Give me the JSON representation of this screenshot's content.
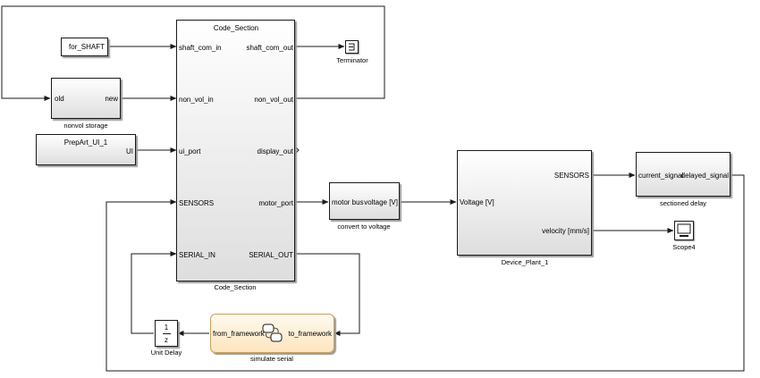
{
  "code_section": {
    "title": "Code_Section",
    "caption": "Code_Section",
    "inputs": [
      "shaft_com_in",
      "non_vol_in",
      "ui_port",
      "SENSORS",
      "SERIAL_IN"
    ],
    "outputs": [
      "shaft_com_out",
      "non_vol_out",
      "display_out",
      "motor_port",
      "SERIAL_OUT"
    ]
  },
  "for_shaft": {
    "label": "for_SHAFT"
  },
  "nonvol_storage": {
    "in_label": "old",
    "out_label": "new",
    "caption": "nonvol storage"
  },
  "prepart_ui": {
    "title": "PrepArt_UI_1",
    "out_label": "UI"
  },
  "terminator": {
    "caption": "Terminator"
  },
  "convert": {
    "in_label": "motor bus",
    "out_label": "voltage [V]",
    "caption": "convert to voltage"
  },
  "device_plant": {
    "in_label": "Voltage [V]",
    "outputs": [
      "SENSORS",
      "velocity [mm/s]"
    ],
    "caption": "Device_Plant_1"
  },
  "sectioned_delay": {
    "in_label": "current_signal",
    "out_label": "delayed_signal",
    "caption": "sectioned delay"
  },
  "scope": {
    "caption": "Scope4"
  },
  "unit_delay": {
    "numerator": "1",
    "denominator": "z",
    "caption": "Unit Delay"
  },
  "simulate_serial": {
    "in_label": "from_framework",
    "out_label": "to_framework",
    "caption": "simulate serial"
  },
  "colors": {
    "line": "#1a1a1a",
    "chart_fill": "#fde5bd",
    "chart_border": "#c8a060"
  }
}
